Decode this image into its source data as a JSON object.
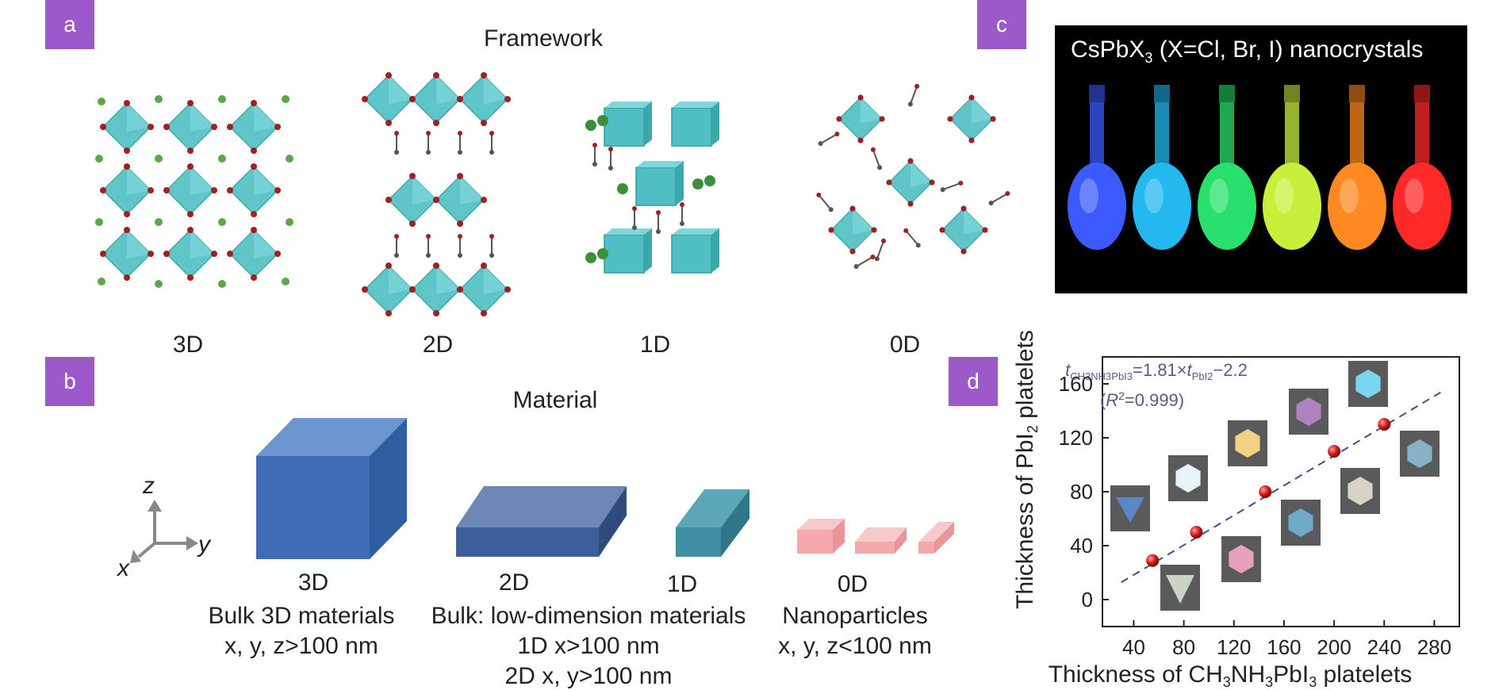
{
  "panels": {
    "a": {
      "badge": "a",
      "title": "Framework",
      "labels": [
        "3D",
        "2D",
        "1D",
        "0D"
      ]
    },
    "b": {
      "badge": "b",
      "title": "Material",
      "axes": {
        "z": "z",
        "y": "y",
        "x": "x"
      },
      "shape_labels": [
        "3D",
        "2D",
        "1D",
        "0D"
      ],
      "desc": {
        "bulk3d_line1": "Bulk 3D materials",
        "bulk3d_line2": "x, y, z>100 nm",
        "lowdim_line1": "Bulk: low-dimension materials",
        "lowdim_line2": "1D x>100 nm",
        "lowdim_line3": "2D x, y>100 nm",
        "nano_line1": "Nanoparticles",
        "nano_line2": "x, y, z<100 nm"
      },
      "colors": {
        "cube3d": "#3e6db5",
        "slab2d": "#3d5f99",
        "rod1d": "#3f8ea3",
        "nano": "#f3a9ab"
      }
    },
    "c": {
      "badge": "c",
      "title_main": "CsPbX",
      "title_sub": "3",
      "title_rest": " (X=Cl, Br, I) nanocrystals",
      "flask_colors": [
        "#3b5bff",
        "#23b9f0",
        "#29e06a",
        "#c8f03a",
        "#ff8a22",
        "#ff2a28"
      ]
    },
    "d": {
      "badge": "d"
    }
  },
  "chart_data": {
    "type": "scatter",
    "title": "",
    "xlabel": "Thickness of CH3NH3PbI3 platelets",
    "ylabel": "Thickness of PbI2 platelets",
    "xlim": [
      15,
      300
    ],
    "ylim": [
      -20,
      180
    ],
    "xticks": [
      40,
      80,
      120,
      160,
      200,
      240,
      280
    ],
    "yticks": [
      0,
      40,
      80,
      120,
      160
    ],
    "points": [
      {
        "x": 55,
        "y": 29
      },
      {
        "x": 90,
        "y": 50
      },
      {
        "x": 145,
        "y": 80
      },
      {
        "x": 200,
        "y": 110
      },
      {
        "x": 240,
        "y": 130
      }
    ],
    "fit": {
      "slope": 1.81,
      "intercept": -2.2,
      "r2": "0.999"
    },
    "equation": "t=1.81×t−2.2",
    "equation_r2": "(R²=0.999)",
    "grid": false
  }
}
